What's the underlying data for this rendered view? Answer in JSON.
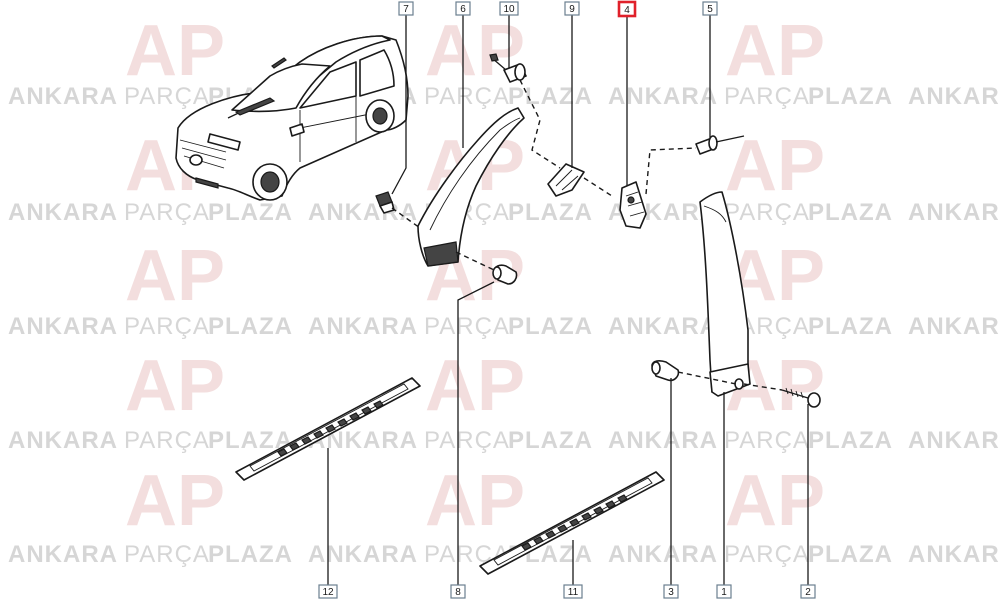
{
  "watermark": {
    "word_ankara": "ANKARA",
    "word_parca": "PARÇA",
    "word_plaza": "PLAZA",
    "logo_mark": "AP",
    "color": "#d6d6d6",
    "logo_color": "#f3dede"
  },
  "callouts": [
    {
      "label": "7",
      "highlighted": false
    },
    {
      "label": "6",
      "highlighted": false
    },
    {
      "label": "10",
      "highlighted": false
    },
    {
      "label": "9",
      "highlighted": false
    },
    {
      "label": "4",
      "highlighted": true
    },
    {
      "label": "5",
      "highlighted": false
    },
    {
      "label": "12",
      "highlighted": false
    },
    {
      "label": "8",
      "highlighted": false
    },
    {
      "label": "11",
      "highlighted": false
    },
    {
      "label": "3",
      "highlighted": false
    },
    {
      "label": "1",
      "highlighted": false
    },
    {
      "label": "2",
      "highlighted": false
    }
  ],
  "colors": {
    "line": "#1a1a1a",
    "callout_border": "#6b7f8f",
    "highlight": "#e0202a"
  }
}
